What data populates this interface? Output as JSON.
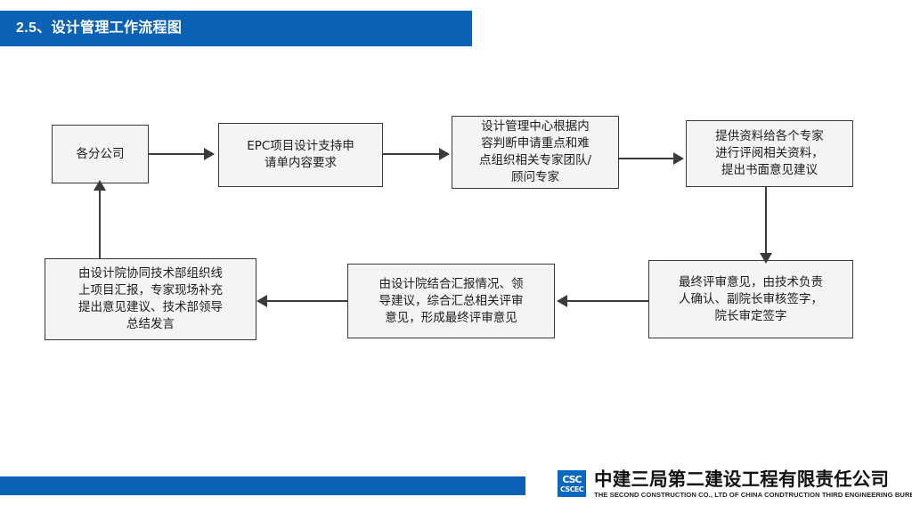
{
  "slide": {
    "title": "2.5、设计管理工作流程图",
    "accent_color": "#0b61b4",
    "background_color": "#ffffff"
  },
  "flowchart": {
    "node_fill": "#f4f4f4",
    "node_border": "#3a3a3a",
    "nodes": [
      {
        "id": "node-1",
        "label": "各分公司"
      },
      {
        "id": "node-2",
        "label": "EPC项目设计支持申\n请单内容要求"
      },
      {
        "id": "node-3",
        "label": "设计管理中心根据内\n容判断申请重点和难\n点组织相关专家团队/\n顾问专家"
      },
      {
        "id": "node-4",
        "label": "提供资料给各个专家\n进行评阅相关资料，\n提出书面意见建议"
      },
      {
        "id": "node-5",
        "label": "最终评审意见，由技术负责\n人确认、副院长审核签字，\n院长审定签字"
      },
      {
        "id": "node-6",
        "label": "由设计院结合汇报情况、领\n导建议，综合汇总相关评审\n意见，形成最终评审意见"
      },
      {
        "id": "node-7",
        "label": "由设计院协同技术部组织线\n上项目汇报，专家现场补充\n提出意见建议、技术部领导\n总结发言"
      }
    ],
    "connectors": [
      {
        "id": "c1",
        "from": "node-1",
        "to": "node-2",
        "direction": "right"
      },
      {
        "id": "c2",
        "from": "node-2",
        "to": "node-3",
        "direction": "right"
      },
      {
        "id": "c3",
        "from": "node-3",
        "to": "node-4",
        "direction": "right"
      },
      {
        "id": "c4",
        "from": "node-4",
        "to": "node-5",
        "direction": "down"
      },
      {
        "id": "c5",
        "from": "node-5",
        "to": "node-6",
        "direction": "left"
      },
      {
        "id": "c6",
        "from": "node-6",
        "to": "node-7",
        "direction": "left"
      },
      {
        "id": "c7",
        "from": "node-7",
        "to": "node-1",
        "direction": "up"
      }
    ]
  },
  "footer": {
    "bar_color": "#0b61b4",
    "logo_mark_top": "CSC",
    "logo_mark_bottom": "CSCEC",
    "company_cn": "中建三局第二建设工程有限责任公司",
    "company_en": "THE SECOND CONSTRUCTION CO., LTD OF CHINA CONDTRUCTION THIRD ENGINEERING BUREAU"
  }
}
